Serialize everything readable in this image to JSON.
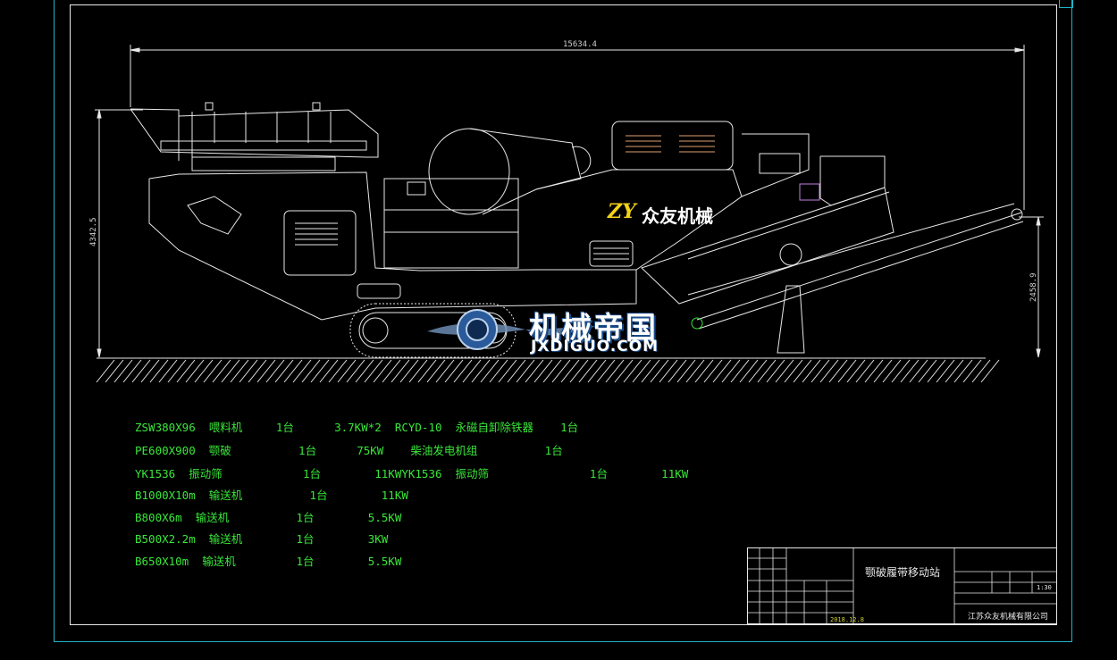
{
  "dimensions": {
    "overall_length": "15634.4",
    "overall_height": "4342.5",
    "discharge_height": "2458.9"
  },
  "brand": {
    "logo_mark": "ZY",
    "logo_text": "众友机械"
  },
  "watermark": {
    "text_cn": "机械帝国",
    "text_en": "JXDIGUO.COM"
  },
  "specs": [
    "ZSW380X96  喂料机     1台      3.7KW*2  RCYD-10  永磁自卸除铁器    1台",
    "PE600X900  颚破          1台      75KW    柴油发电机组          1台",
    "YK1536  振动筛            1台        11KWYK1536  振动筛               1台        11KW",
    "B1000X10m  输送机          1台        11KW",
    "B800X6m  输送机          1台        5.5KW",
    "B500X2.2m  输送机        1台        3KW",
    "B650X10m  输送机         1台        5.5KW"
  ],
  "title_block": {
    "title": "颚破履带移动站",
    "company": "江苏众友机械有限公司",
    "date": "2018.12.8",
    "scale": "1:30"
  },
  "colors": {
    "frame": "#1fb4c8",
    "lines": "#e8e8e8",
    "spec_text": "#39e639",
    "accent": "#f2d21a"
  }
}
